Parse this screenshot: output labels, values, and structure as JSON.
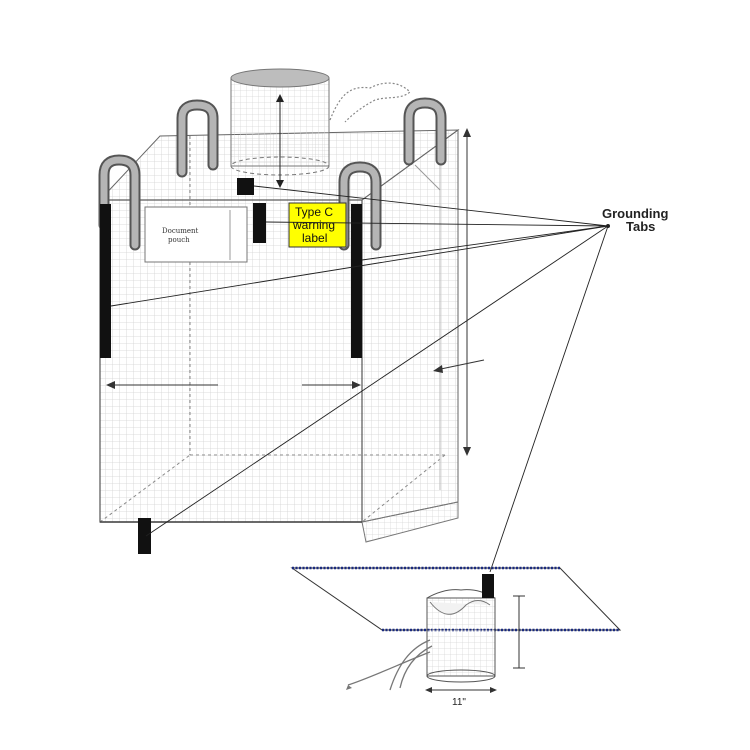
{
  "labels": {
    "grounding_line1": "Grounding",
    "grounding_line2": "Tabs",
    "warning_line1": "Type C",
    "warning_line2": "warning",
    "warning_line3": "label",
    "pouch_line1": "Document",
    "pouch_line2": "pouch",
    "inset_dimension": "11\""
  },
  "colors": {
    "warning_label_fill": "#ffff00",
    "tab_fill": "#111111",
    "strap_fill": "#999999",
    "grid_line": "#cfcfcf",
    "outline": "#555555",
    "floor_stitch": "#1a2a80"
  },
  "icons": {
    "grounding_tab": "black-rectangle",
    "loop": "lifting-loop"
  }
}
